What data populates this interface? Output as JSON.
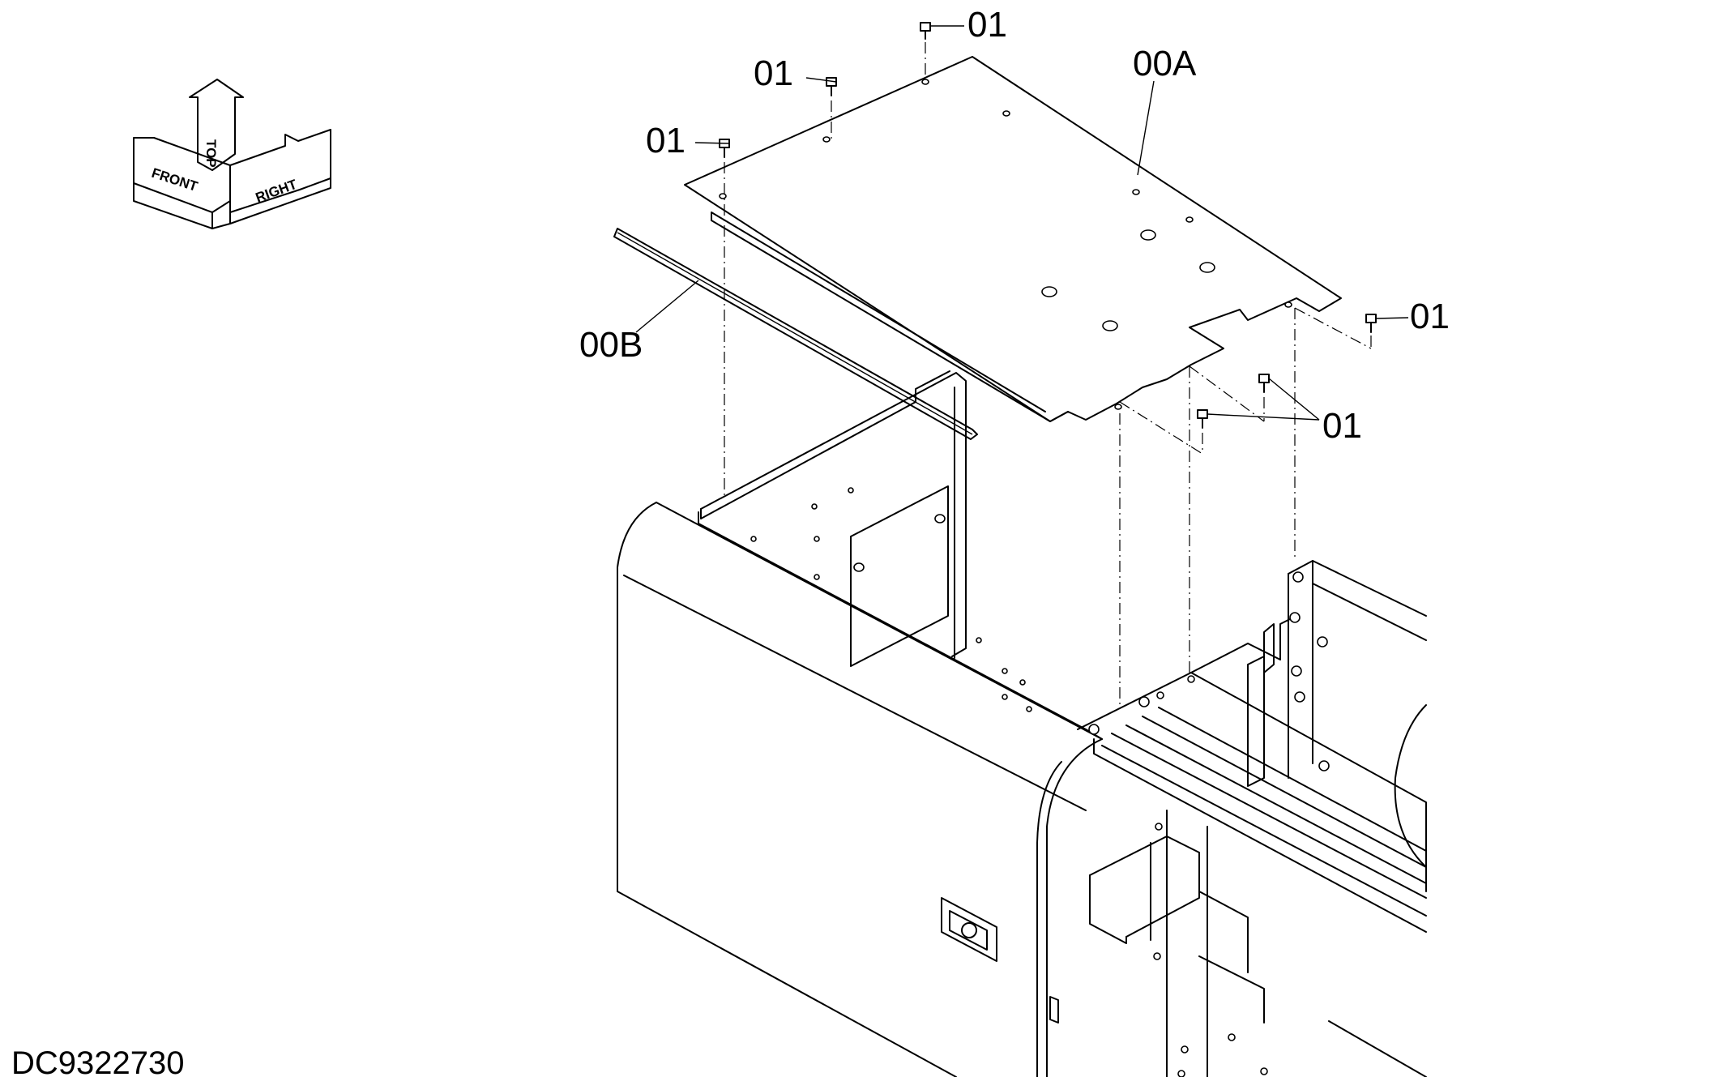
{
  "orientation": {
    "front": "FRONT",
    "top": "TOP",
    "right": "RIGHT"
  },
  "callouts": {
    "bolt": "01",
    "cover": "00A",
    "seal": "00B"
  },
  "drawing_code": "DC9322730"
}
